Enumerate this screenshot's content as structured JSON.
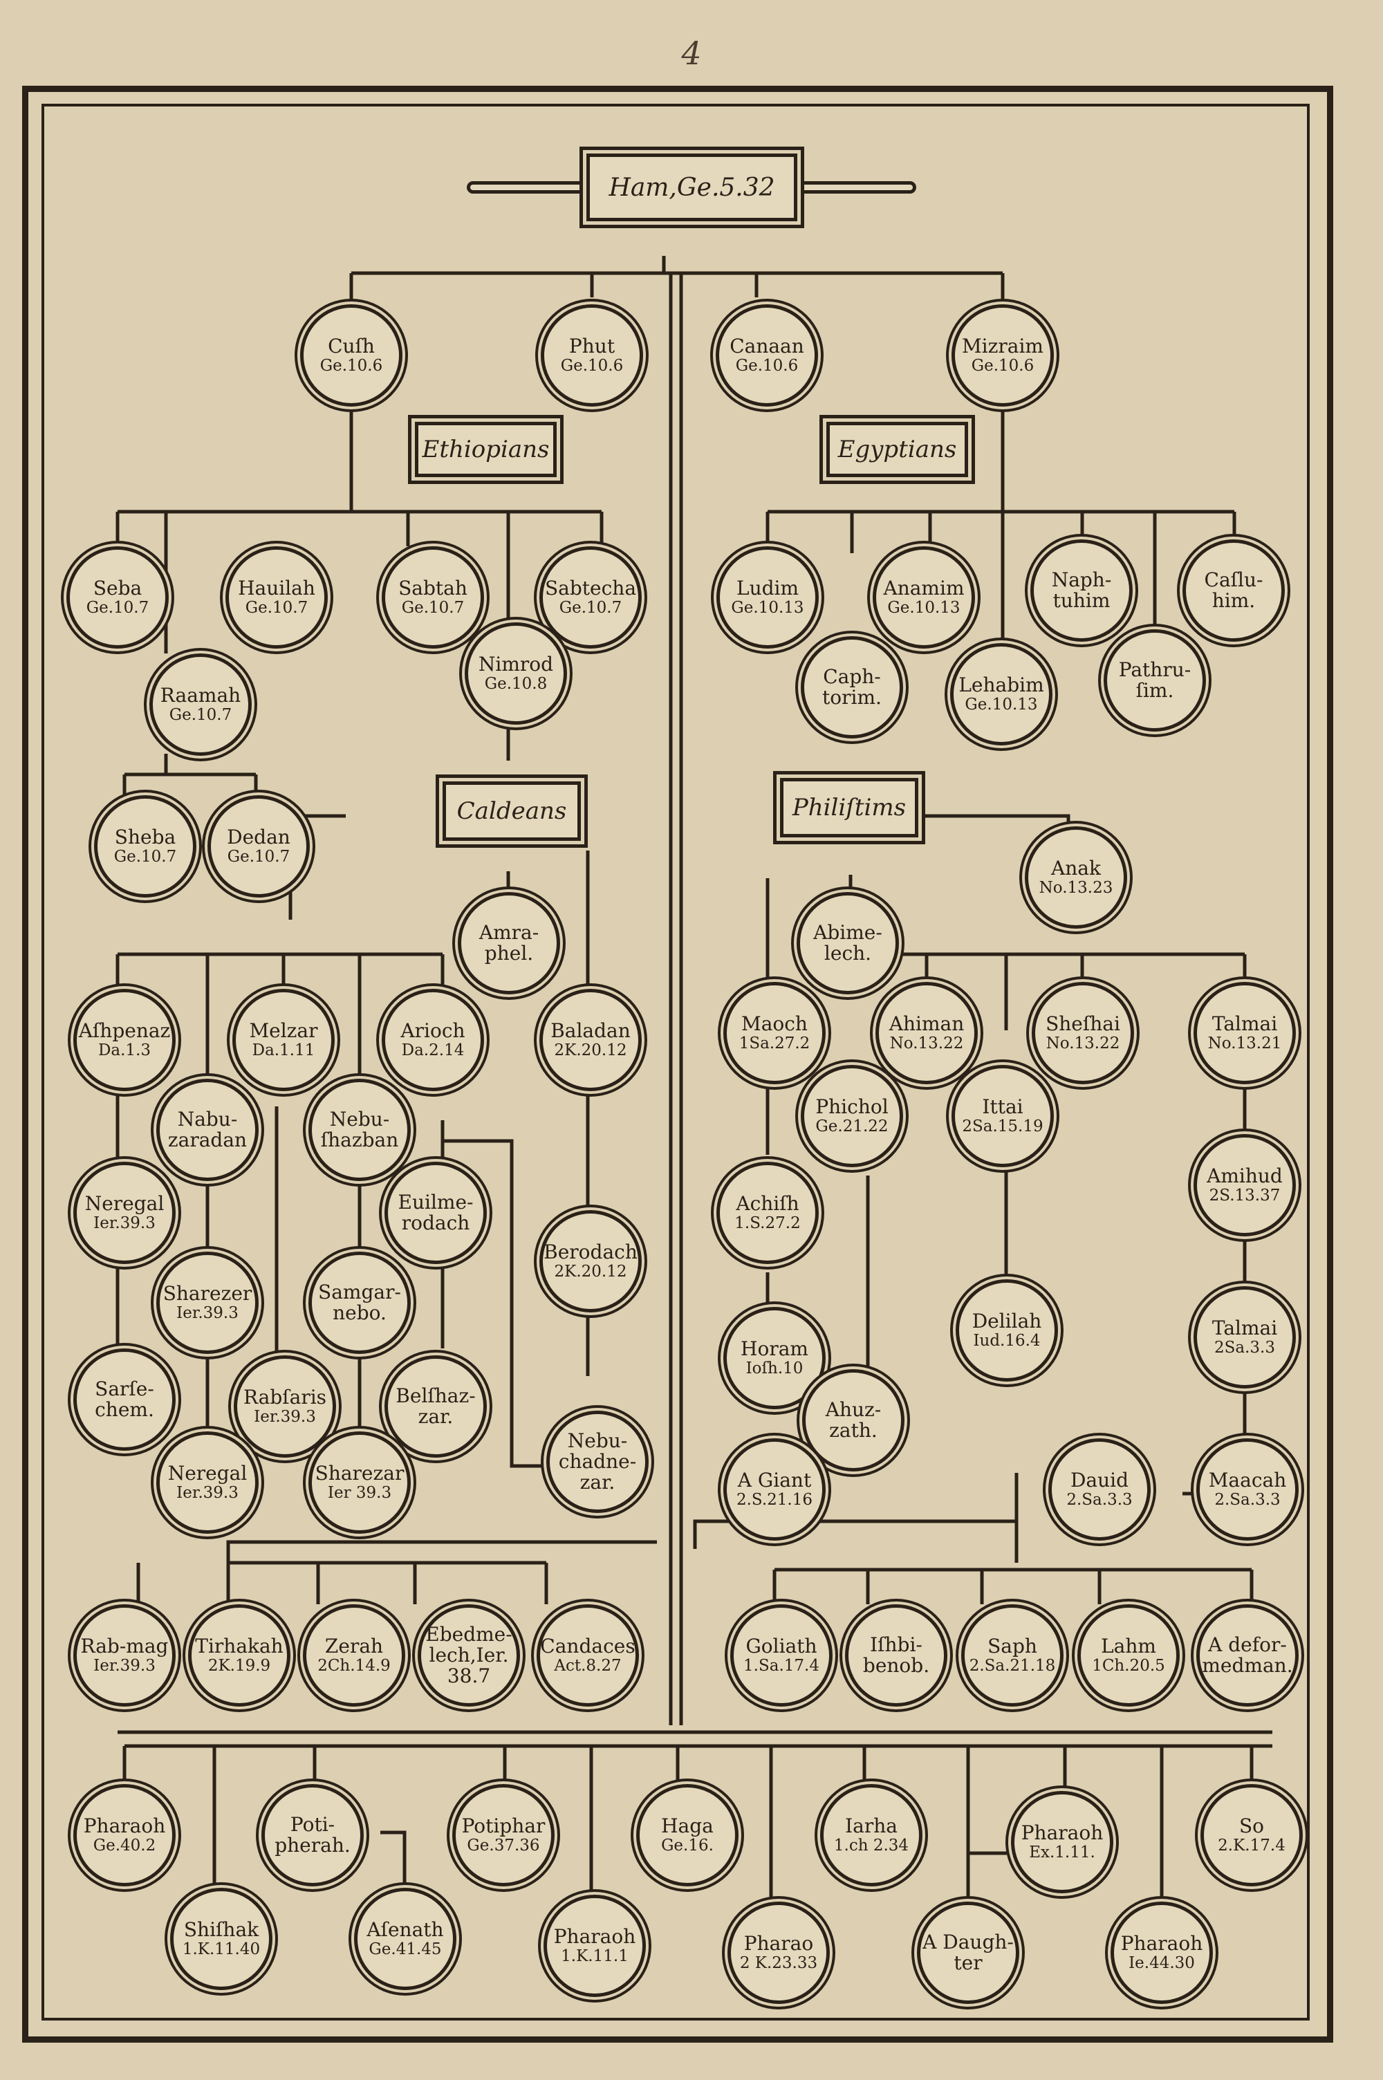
{
  "page_number": "4",
  "headers": {
    "ham": "Ham,Ge.5.32",
    "ethiopians": "Ethiopians",
    "egyptians": "Egyptians",
    "caldeans": "Caldeans",
    "philistims": "Philiſtims"
  },
  "nodes": {
    "cush": {
      "name": "Cuſh",
      "ref": "Ge.10.6"
    },
    "phut": {
      "name": "Phut",
      "ref": "Ge.10.6"
    },
    "canaan": {
      "name": "Canaan",
      "ref": "Ge.10.6"
    },
    "mizraim": {
      "name": "Mizraim",
      "ref": "Ge.10.6"
    },
    "seba": {
      "name": "Seba",
      "ref": "Ge.10.7"
    },
    "hauilah": {
      "name": "Hauilah",
      "ref": "Ge.10.7"
    },
    "sabtah": {
      "name": "Sabtah",
      "ref": "Ge.10.7"
    },
    "sabtecha": {
      "name": "Sabtecha",
      "ref": "Ge.10.7"
    },
    "raamah": {
      "name": "Raamah",
      "ref": "Ge.10.7"
    },
    "nimrod": {
      "name": "Nimrod",
      "ref": "Ge.10.8"
    },
    "sheba": {
      "name": "Sheba",
      "ref": "Ge.10.7"
    },
    "dedan": {
      "name": "Dedan",
      "ref": "Ge.10.7"
    },
    "ludim": {
      "name": "Ludim",
      "ref": "Ge.10.13"
    },
    "anamim": {
      "name": "Anamim",
      "ref": "Ge.10.13"
    },
    "naphtuhim": {
      "name": "Naph-\ntuhim",
      "ref": ""
    },
    "casluhim": {
      "name": "Caſlu-\nhim.",
      "ref": ""
    },
    "caphtorim": {
      "name": "Caph-\ntorim.",
      "ref": ""
    },
    "lehabim": {
      "name": "Lehabim",
      "ref": "Ge.10.13"
    },
    "pathrusim": {
      "name": "Pathru-\nſim.",
      "ref": ""
    },
    "anak": {
      "name": "Anak",
      "ref": "No.13.23"
    },
    "amraphel": {
      "name": "Amra-\nphel.",
      "ref": ""
    },
    "abimelech": {
      "name": "Abime-\nlech.",
      "ref": ""
    },
    "ashpenaz": {
      "name": "Aſhpenaz",
      "ref": "Da.1.3"
    },
    "melzar": {
      "name": "Melzar",
      "ref": "Da.1.11"
    },
    "arioch": {
      "name": "Arioch",
      "ref": "Da.2.14"
    },
    "baladan": {
      "name": "Baladan",
      "ref": "2K.20.12"
    },
    "maoch": {
      "name": "Maoch",
      "ref": "1Sa.27.2"
    },
    "ahiman": {
      "name": "Ahiman",
      "ref": "No.13.22"
    },
    "sheshai": {
      "name": "Sheſhai",
      "ref": "No.13.22"
    },
    "talmai1": {
      "name": "Talmai",
      "ref": "No.13.21"
    },
    "nebuzaradan": {
      "name": "Nabu-\nzaradan",
      "ref": ""
    },
    "nebushazban": {
      "name": "Nebu-\nſhazban",
      "ref": ""
    },
    "phichol": {
      "name": "Phichol",
      "ref": "Ge.21.22"
    },
    "ittai": {
      "name": "Ittai",
      "ref": "2Sa.15.19"
    },
    "nergal1": {
      "name": "Neregal",
      "ref": "Ier.39.3"
    },
    "euilmerodach": {
      "name": "Euilme-\nrodach",
      "ref": ""
    },
    "berodach": {
      "name": "Berodach",
      "ref": "2K.20.12"
    },
    "achish": {
      "name": "Achiſh",
      "ref": "1.S.27.2"
    },
    "amihud": {
      "name": "Amihud",
      "ref": "2S.13.37"
    },
    "sharezer1": {
      "name": "Sharezer",
      "ref": "Ier.39.3"
    },
    "samgarnebo": {
      "name": "Samgar-\nnebo.",
      "ref": ""
    },
    "delilah": {
      "name": "Delilah",
      "ref": "Iud.16.4"
    },
    "talmai2": {
      "name": "Talmai",
      "ref": "2Sa.3.3"
    },
    "sarsechem": {
      "name": "Sarſe-\nchem.",
      "ref": ""
    },
    "rabsaris": {
      "name": "Rabſaris",
      "ref": "Ier.39.3"
    },
    "belshazzar": {
      "name": "Belſhaz-\nzar.",
      "ref": ""
    },
    "horam": {
      "name": "Horam",
      "ref": "Ioſh.10"
    },
    "ahuzzath": {
      "name": "Ahuz-\nzath.",
      "ref": ""
    },
    "nebuchadnezzar": {
      "name": "Nebu-\nchadne-\nzar.",
      "ref": ""
    },
    "nergal2": {
      "name": "Neregal",
      "ref": "Ier.39.3"
    },
    "sharezar2": {
      "name": "Sharezar",
      "ref": "Ier 39.3"
    },
    "agiant": {
      "name": "A Giant",
      "ref": "2.S.21.16"
    },
    "dauid": {
      "name": "Dauid",
      "ref": "2.Sa.3.3"
    },
    "maacah": {
      "name": "Maacah",
      "ref": "2.Sa.3.3"
    },
    "rabmag": {
      "name": "Rab-mag",
      "ref": "Ier.39.3"
    },
    "tirhakah": {
      "name": "Tirhakah",
      "ref": "2K.19.9"
    },
    "zerah": {
      "name": "Zerah",
      "ref": "2Ch.14.9"
    },
    "ebedmelech": {
      "name": "Ebedme-\nlech,Ier.\n38.7",
      "ref": ""
    },
    "candaces": {
      "name": "Candaces",
      "ref": "Act.8.27"
    },
    "goliath": {
      "name": "Goliath",
      "ref": "1.Sa.17.4"
    },
    "ishbibenob": {
      "name": "Iſhbi-\nbenob.",
      "ref": ""
    },
    "saph": {
      "name": "Saph",
      "ref": "2.Sa.21.18"
    },
    "lahm": {
      "name": "Lahm",
      "ref": "1Ch.20.5"
    },
    "adeformedman": {
      "name": "A defor-\nmedman.",
      "ref": ""
    },
    "pharaoh1": {
      "name": "Pharaoh",
      "ref": "Ge.40.2"
    },
    "potipherah": {
      "name": "Poti-\npherah.",
      "ref": ""
    },
    "potiphar": {
      "name": "Potiphar",
      "ref": "Ge.37.36"
    },
    "haga": {
      "name": "Haga",
      "ref": "Ge.16."
    },
    "iarha": {
      "name": "Iarha",
      "ref": "1.ch 2.34"
    },
    "pharaoh2": {
      "name": "Pharaoh",
      "ref": "Ex.1.11."
    },
    "so": {
      "name": "So",
      "ref": "2.K.17.4"
    },
    "shishak": {
      "name": "Shiſhak",
      "ref": "1.K.11.40"
    },
    "asenath": {
      "name": "Aſenath",
      "ref": "Ge.41.45"
    },
    "pharaoh3": {
      "name": "Pharaoh",
      "ref": "1.K.11.1"
    },
    "pharao4": {
      "name": "Pharao",
      "ref": "2 K.23.33"
    },
    "adaughter": {
      "name": "A Daugh-\nter",
      "ref": ""
    },
    "pharaoh5": {
      "name": "Pharaoh",
      "ref": "Ie.44.30"
    }
  },
  "colors": {
    "paper": "#ddd0b2",
    "ink": "#2a2118"
  }
}
